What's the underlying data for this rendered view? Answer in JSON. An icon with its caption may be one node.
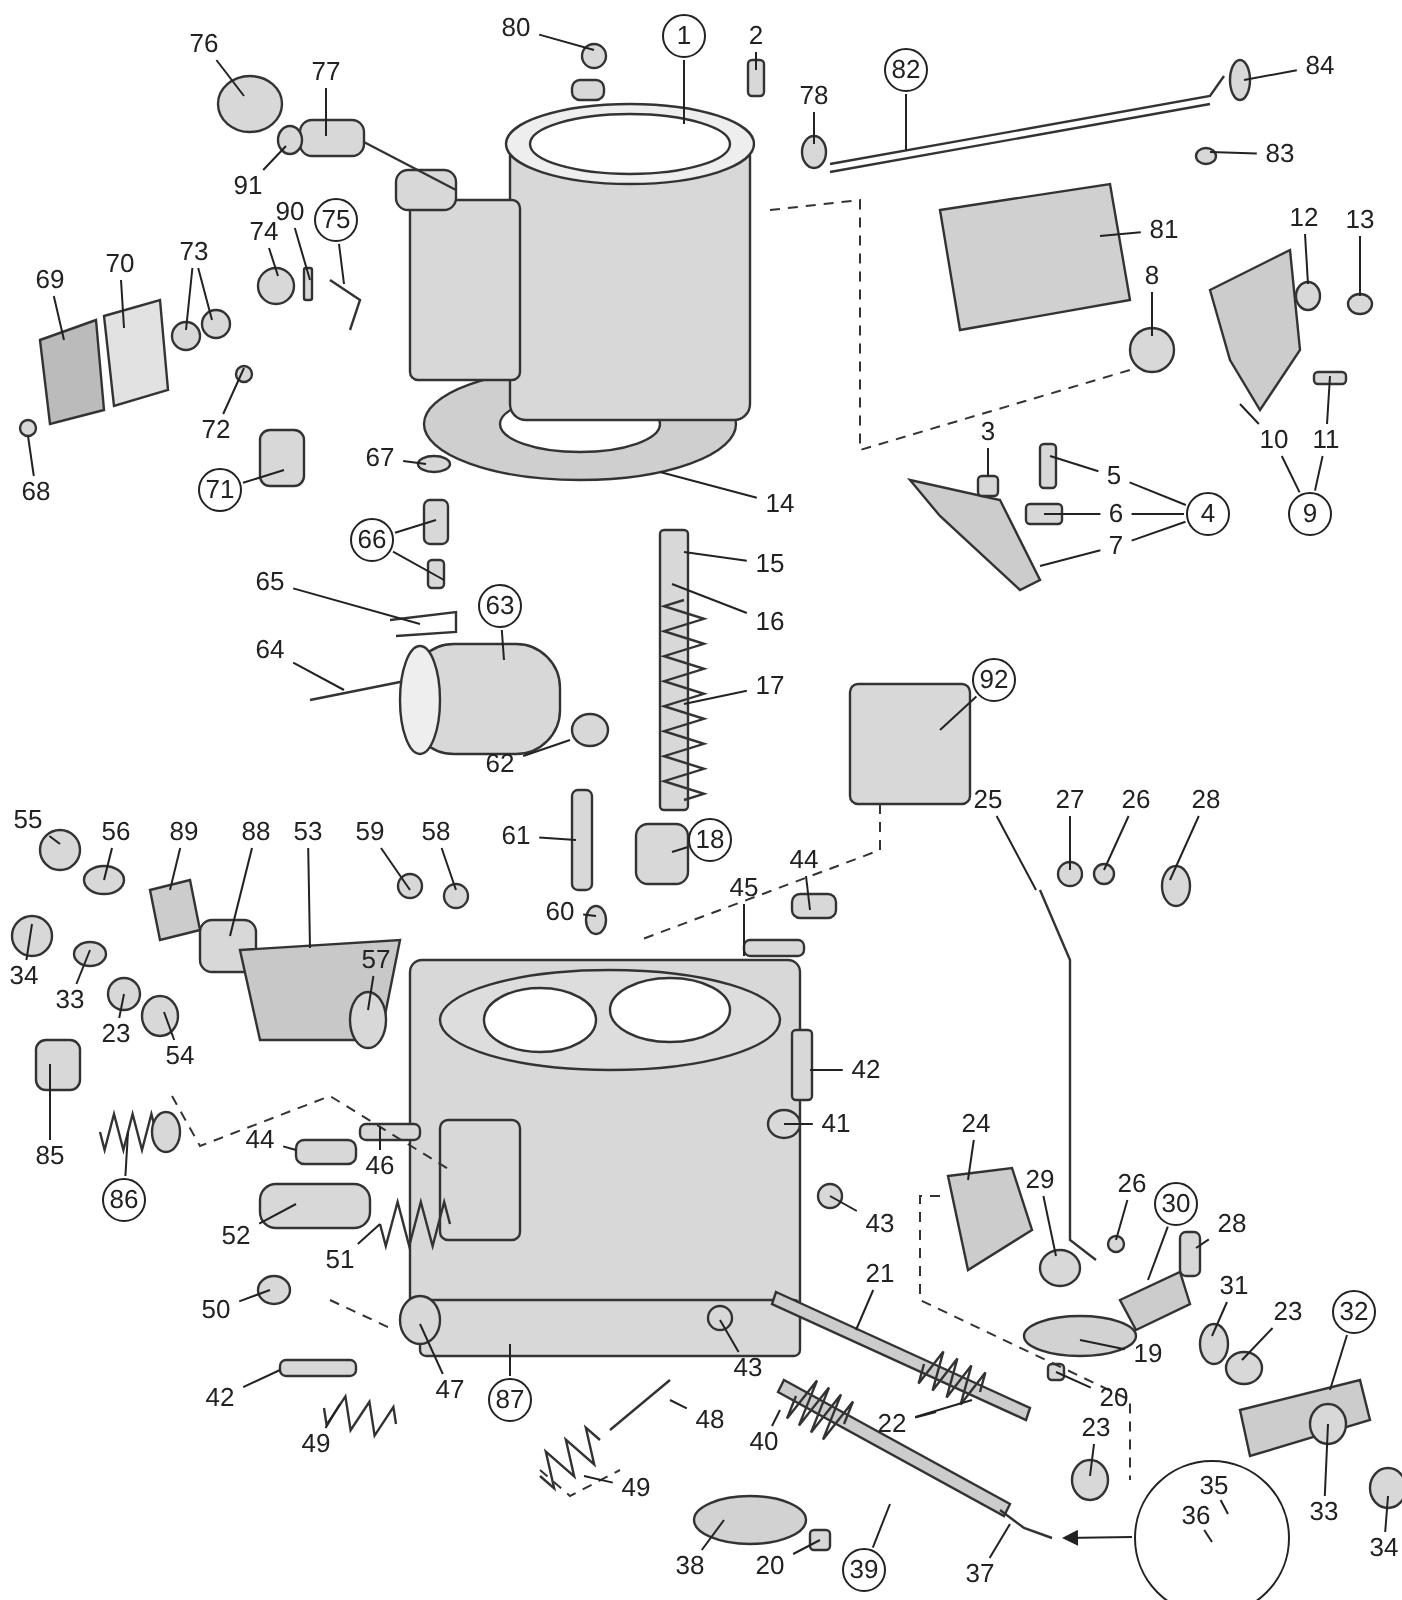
{
  "diagram": {
    "nodes": [
      {
        "text": [
          "80"
        ]
      },
      {
        "text": [
          "1"
        ]
      },
      {
        "text": [
          "2"
        ]
      },
      {
        "text": [
          "78"
        ]
      },
      {
        "text": [
          "82"
        ]
      },
      {
        "text": [
          "84"
        ]
      },
      {
        "text": [
          "76"
        ]
      },
      {
        "text": [
          "77"
        ]
      },
      {
        "text": [
          "83"
        ]
      },
      {
        "text": [
          "91"
        ]
      },
      {
        "text": [
          "81"
        ]
      },
      {
        "text": [
          "90"
        ]
      },
      {
        "text": [
          "75"
        ]
      },
      {
        "text": [
          "73"
        ]
      },
      {
        "text": [
          "74"
        ]
      },
      {
        "text": [
          "12"
        ]
      },
      {
        "text": [
          "13"
        ]
      },
      {
        "text": [
          "70"
        ]
      },
      {
        "text": [
          "69"
        ]
      },
      {
        "text": [
          "8"
        ]
      },
      {
        "text": [
          "72"
        ]
      },
      {
        "text": [
          "71"
        ]
      },
      {
        "text": [
          "68"
        ]
      },
      {
        "text": [
          "3"
        ]
      },
      {
        "text": [
          "10"
        ]
      },
      {
        "text": [
          "11"
        ]
      },
      {
        "text": [
          "67"
        ]
      },
      {
        "text": [
          "5"
        ]
      },
      {
        "text": [
          "14"
        ]
      },
      {
        "text": [
          "6"
        ]
      },
      {
        "text": [
          "4"
        ]
      },
      {
        "text": [
          "7"
        ]
      },
      {
        "text": [
          "9"
        ]
      },
      {
        "text": [
          "66"
        ]
      },
      {
        "text": [
          "15"
        ]
      },
      {
        "text": [
          "65"
        ]
      },
      {
        "text": [
          "63"
        ]
      },
      {
        "text": [
          "16"
        ]
      },
      {
        "text": [
          "64"
        ]
      },
      {
        "text": [
          "92"
        ]
      },
      {
        "text": [
          "17"
        ]
      },
      {
        "text": [
          "62"
        ]
      },
      {
        "text": [
          "25"
        ]
      },
      {
        "text": [
          "27"
        ]
      },
      {
        "text": [
          "26"
        ]
      },
      {
        "text": [
          "28"
        ]
      },
      {
        "text": [
          "55"
        ]
      },
      {
        "text": [
          "56"
        ]
      },
      {
        "text": [
          "89"
        ]
      },
      {
        "text": [
          "88"
        ]
      },
      {
        "text": [
          "53"
        ]
      },
      {
        "text": [
          "59"
        ]
      },
      {
        "text": [
          "58"
        ]
      },
      {
        "text": [
          "61"
        ]
      },
      {
        "text": [
          "18"
        ]
      },
      {
        "text": [
          "45"
        ]
      },
      {
        "text": [
          "44"
        ]
      },
      {
        "text": [
          "60"
        ]
      },
      {
        "text": [
          "57"
        ]
      },
      {
        "text": [
          "34"
        ]
      },
      {
        "text": [
          "33"
        ]
      },
      {
        "text": [
          "23"
        ]
      },
      {
        "text": [
          "54"
        ]
      },
      {
        "text": [
          "42"
        ]
      },
      {
        "text": [
          "41"
        ]
      },
      {
        "text": [
          "24"
        ]
      },
      {
        "text": [
          "44"
        ]
      },
      {
        "text": [
          "85"
        ]
      },
      {
        "text": [
          "46"
        ]
      },
      {
        "text": [
          "29"
        ]
      },
      {
        "text": [
          "26"
        ]
      },
      {
        "text": [
          "86"
        ]
      },
      {
        "text": [
          "30"
        ]
      },
      {
        "text": [
          "43"
        ]
      },
      {
        "text": [
          "28"
        ]
      },
      {
        "text": [
          "52"
        ]
      },
      {
        "text": [
          "51"
        ]
      },
      {
        "text": [
          "21"
        ]
      },
      {
        "text": [
          "31"
        ]
      },
      {
        "text": [
          "50"
        ]
      },
      {
        "text": [
          "23"
        ]
      },
      {
        "text": [
          "32"
        ]
      },
      {
        "text": [
          "19"
        ]
      },
      {
        "text": [
          "43"
        ]
      },
      {
        "text": [
          "47"
        ]
      },
      {
        "text": [
          "20"
        ]
      },
      {
        "text": [
          "42"
        ]
      },
      {
        "text": [
          "87"
        ]
      },
      {
        "text": [
          "48"
        ]
      },
      {
        "text": [
          "22"
        ]
      },
      {
        "text": [
          "23"
        ]
      },
      {
        "text": [
          "40"
        ]
      },
      {
        "text": [
          "49"
        ]
      },
      {
        "text": [
          "49"
        ]
      },
      {
        "text": [],
        "shape": "circle"
      },
      {
        "text": [
          "35"
        ],
        "in": 94
      },
      {
        "text": [
          "36"
        ],
        "in": 94
      },
      {
        "text": [
          "33"
        ]
      },
      {
        "text": [
          "34"
        ]
      },
      {
        "text": [
          "38"
        ]
      },
      {
        "text": [
          "20"
        ]
      },
      {
        "text": [
          "39"
        ]
      },
      {
        "text": [
          "37"
        ]
      }
    ],
    "edges": [
      {
        "from": 0,
        "to": null,
        "arrow": "none"
      },
      {
        "from": 1,
        "to": null,
        "arrow": "none"
      },
      {
        "from": 2,
        "to": null,
        "arrow": "none"
      },
      {
        "from": 3,
        "to": null,
        "arrow": "none"
      },
      {
        "from": 4,
        "to": null,
        "arrow": "none"
      },
      {
        "from": 5,
        "to": null,
        "arrow": "none"
      },
      {
        "from": 6,
        "to": null,
        "arrow": "none"
      },
      {
        "from": 7,
        "to": null,
        "arrow": "none"
      },
      {
        "from": 8,
        "to": null,
        "arrow": "none"
      },
      {
        "from": 9,
        "to": null,
        "arrow": "none"
      },
      {
        "from": 10,
        "to": null,
        "arrow": "none"
      },
      {
        "from": 11,
        "to": null,
        "arrow": "none"
      },
      {
        "from": 12,
        "to": null,
        "arrow": "none"
      },
      {
        "from": 13,
        "to": null,
        "arrow": "none"
      },
      {
        "from": 13,
        "to": null,
        "arrow": "none"
      },
      {
        "from": 14,
        "to": null,
        "arrow": "none"
      },
      {
        "from": 15,
        "to": null,
        "arrow": "none"
      },
      {
        "from": 16,
        "to": null,
        "arrow": "none"
      },
      {
        "from": 17,
        "to": null,
        "arrow": "none"
      },
      {
        "from": 18,
        "to": null,
        "arrow": "none"
      },
      {
        "from": 19,
        "to": null,
        "arrow": "none"
      },
      {
        "from": 20,
        "to": null,
        "arrow": "none"
      },
      {
        "from": 21,
        "to": null,
        "arrow": "none"
      },
      {
        "from": 22,
        "to": null,
        "arrow": "none"
      },
      {
        "from": 23,
        "to": null,
        "arrow": "none"
      },
      {
        "from": 24,
        "to": null,
        "arrow": "none"
      },
      {
        "from": 25,
        "to": null,
        "arrow": "none"
      },
      {
        "from": 26,
        "to": null,
        "arrow": "none"
      },
      {
        "from": 27,
        "to": null,
        "arrow": "none"
      },
      {
        "from": 28,
        "to": null,
        "arrow": "none"
      },
      {
        "from": 29,
        "to": null,
        "arrow": "none"
      },
      {
        "from": 30,
        "to": 27,
        "arrow": "none"
      },
      {
        "from": 30,
        "to": 29,
        "arrow": "none"
      },
      {
        "from": 30,
        "to": 31,
        "arrow": "none"
      },
      {
        "from": 31,
        "to": null,
        "arrow": "none"
      },
      {
        "from": 32,
        "to": 24,
        "arrow": "none"
      },
      {
        "from": 32,
        "to": 25,
        "arrow": "none"
      },
      {
        "from": 33,
        "to": null,
        "arrow": "none"
      },
      {
        "from": 33,
        "to": null,
        "arrow": "none"
      },
      {
        "from": 34,
        "to": null,
        "arrow": "none"
      },
      {
        "from": 35,
        "to": null,
        "arrow": "none"
      },
      {
        "from": 36,
        "to": null,
        "arrow": "none"
      },
      {
        "from": 37,
        "to": null,
        "arrow": "none"
      },
      {
        "from": 38,
        "to": null,
        "arrow": "none"
      },
      {
        "from": 39,
        "to": null,
        "arrow": "none"
      },
      {
        "from": 40,
        "to": null,
        "arrow": "none"
      },
      {
        "from": 41,
        "to": null,
        "arrow": "none"
      },
      {
        "from": 42,
        "to": null,
        "arrow": "none"
      },
      {
        "from": 43,
        "to": null,
        "arrow": "none"
      },
      {
        "from": 44,
        "to": null,
        "arrow": "none"
      },
      {
        "from": 45,
        "to": null,
        "arrow": "none"
      },
      {
        "from": 46,
        "to": null,
        "arrow": "none"
      },
      {
        "from": 47,
        "to": null,
        "arrow": "none"
      },
      {
        "from": 48,
        "to": null,
        "arrow": "none"
      },
      {
        "from": 49,
        "to": null,
        "arrow": "none"
      },
      {
        "from": 50,
        "to": null,
        "arrow": "none"
      },
      {
        "from": 51,
        "to": null,
        "arrow": "none"
      },
      {
        "from": 52,
        "to": null,
        "arrow": "none"
      },
      {
        "from": 53,
        "to": null,
        "arrow": "none"
      },
      {
        "from": 54,
        "to": null,
        "arrow": "none"
      },
      {
        "from": 55,
        "to": null,
        "arrow": "none"
      },
      {
        "from": 56,
        "to": null,
        "arrow": "none"
      },
      {
        "from": 57,
        "to": null,
        "arrow": "none"
      },
      {
        "from": 58,
        "to": null,
        "arrow": "none"
      },
      {
        "from": 59,
        "to": null,
        "arrow": "none"
      },
      {
        "from": 60,
        "to": null,
        "arrow": "none"
      },
      {
        "from": 61,
        "to": null,
        "arrow": "none"
      },
      {
        "from": 62,
        "to": null,
        "arrow": "none"
      },
      {
        "from": 63,
        "to": null,
        "arrow": "none"
      },
      {
        "from": 64,
        "to": null,
        "arrow": "none"
      },
      {
        "from": 65,
        "to": null,
        "arrow": "none"
      },
      {
        "from": 66,
        "to": null,
        "arrow": "none"
      },
      {
        "from": 67,
        "to": null,
        "arrow": "none"
      },
      {
        "from": 68,
        "to": null,
        "arrow": "none"
      },
      {
        "from": 69,
        "to": null,
        "arrow": "none"
      },
      {
        "from": 70,
        "to": null,
        "arrow": "none"
      },
      {
        "from": 71,
        "to": null,
        "arrow": "none"
      },
      {
        "from": 72,
        "to": null,
        "arrow": "none"
      },
      {
        "from": 73,
        "to": null,
        "arrow": "none"
      },
      {
        "from": 74,
        "to": null,
        "arrow": "none"
      },
      {
        "from": 75,
        "to": null,
        "arrow": "none"
      },
      {
        "from": 76,
        "to": null,
        "arrow": "none"
      },
      {
        "from": 77,
        "to": null,
        "arrow": "none"
      },
      {
        "from": 78,
        "to": null,
        "arrow": "none"
      },
      {
        "from": 79,
        "to": null,
        "arrow": "none"
      },
      {
        "from": 80,
        "to": null,
        "arrow": "none"
      },
      {
        "from": 81,
        "to": null,
        "arrow": "none"
      },
      {
        "from": 82,
        "to": null,
        "arrow": "none"
      },
      {
        "from": 83,
        "to": null,
        "arrow": "none"
      },
      {
        "from": 84,
        "to": null,
        "arrow": "none"
      },
      {
        "from": 85,
        "to": null,
        "arrow": "none"
      },
      {
        "from": 86,
        "to": null,
        "arrow": "none"
      },
      {
        "from": 87,
        "to": null,
        "arrow": "none"
      },
      {
        "from": 88,
        "to": null,
        "arrow": "none"
      },
      {
        "from": 89,
        "to": null,
        "arrow": "none"
      },
      {
        "from": 89,
        "to": null,
        "arrow": "none"
      },
      {
        "from": 90,
        "to": null,
        "arrow": "none"
      },
      {
        "from": 91,
        "to": null,
        "arrow": "none"
      },
      {
        "from": 92,
        "to": null,
        "arrow": "none"
      },
      {
        "from": 93,
        "to": null,
        "arrow": "none"
      },
      {
        "from": 94,
        "to": null,
        "arrow": "to"
      },
      {
        "from": 95,
        "to": null,
        "arrow": "none"
      },
      {
        "from": 96,
        "to": null,
        "arrow": "none"
      },
      {
        "from": 97,
        "to": null,
        "arrow": "none"
      },
      {
        "from": 98,
        "to": null,
        "arrow": "none"
      },
      {
        "from": 99,
        "to": null,
        "arrow": "none"
      },
      {
        "from": 100,
        "to": null,
        "arrow": "none"
      },
      {
        "from": 101,
        "to": null,
        "arrow": "none"
      },
      {
        "from": 102,
        "to": null,
        "arrow": "none"
      }
    ]
  }
}
